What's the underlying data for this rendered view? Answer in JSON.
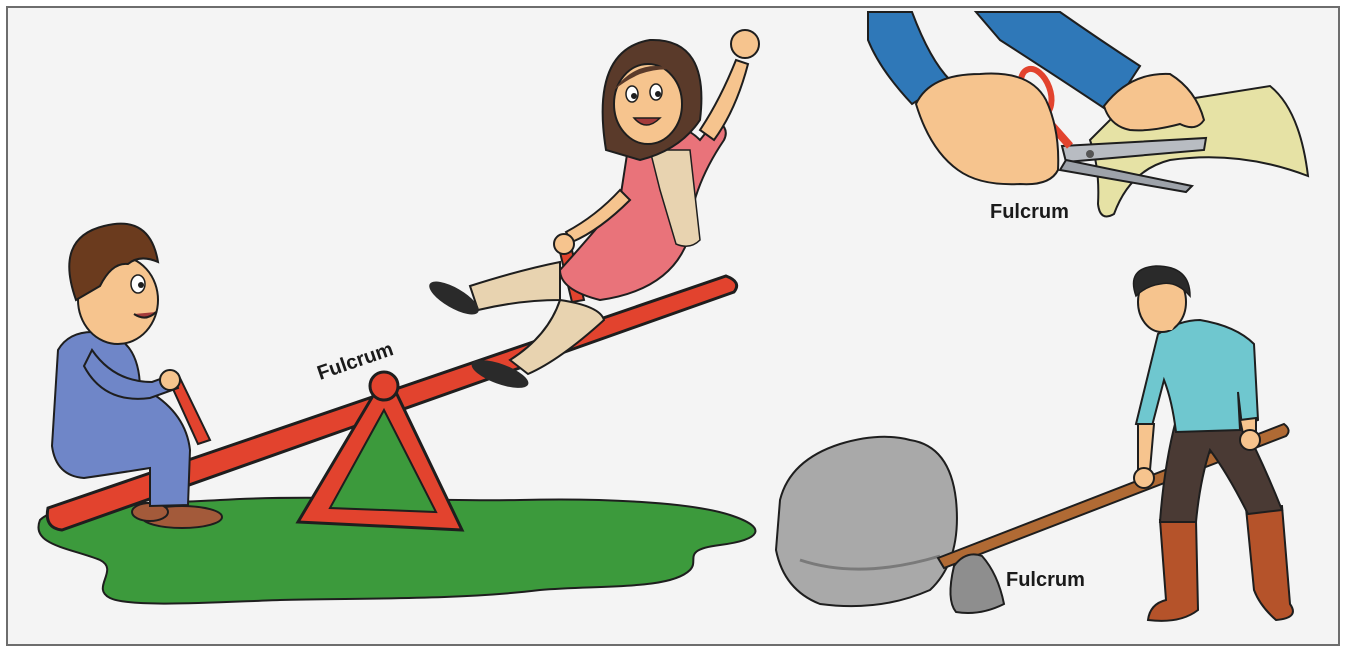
{
  "labels": {
    "seesaw_fulcrum": "Fulcrum",
    "scissors_fulcrum": "Fulcrum",
    "lever_fulcrum": "Fulcrum"
  },
  "colors": {
    "seesaw_red": "#e2432e",
    "grass_green": "#3c9a3c",
    "rock_grey": "#a9a9a9",
    "boy_suit_blue": "#6f86c8",
    "girl_dress_pink": "#e9737a",
    "man_shirt_teal": "#6fc7cf",
    "paper_yellow": "#e6e2a5",
    "sleeve_blue": "#2f78b8",
    "skin": "#f6c48e"
  }
}
